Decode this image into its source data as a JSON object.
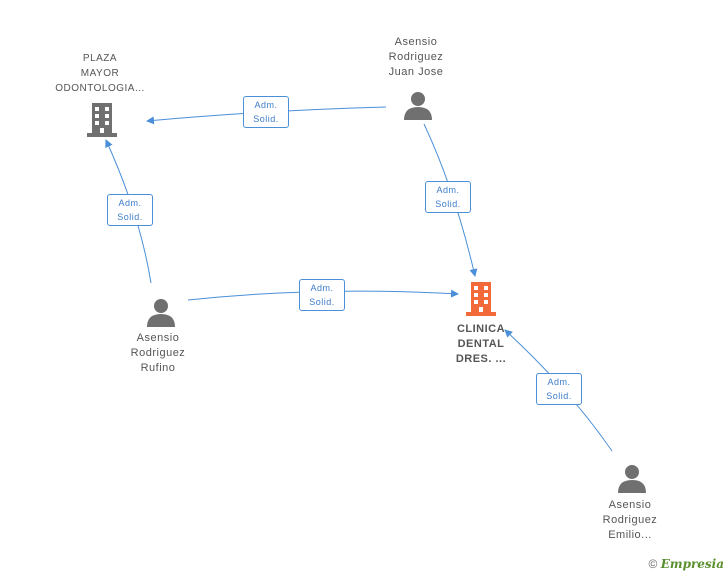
{
  "nodes": {
    "plaza": {
      "lines": [
        "PLAZA",
        "MAYOR",
        "ODONTOLOGIA..."
      ]
    },
    "juan_jose": {
      "lines": [
        "Asensio",
        "Rodriguez",
        "Juan Jose"
      ]
    },
    "rufino": {
      "lines": [
        "Asensio",
        "Rodriguez",
        "Rufino"
      ]
    },
    "clinica": {
      "lines": [
        "CLINICA",
        "DENTAL",
        "DRES. ..."
      ]
    },
    "emilio": {
      "lines": [
        "Asensio",
        "Rodriguez",
        "Emilio..."
      ]
    }
  },
  "edges": [
    {
      "from": "juan_jose",
      "to": "plaza",
      "label": [
        "Adm.",
        "Solid."
      ]
    },
    {
      "from": "juan_jose",
      "to": "clinica",
      "label": [
        "Adm.",
        "Solid."
      ]
    },
    {
      "from": "rufino",
      "to": "plaza",
      "label": [
        "Adm.",
        "Solid."
      ]
    },
    {
      "from": "rufino",
      "to": "clinica",
      "label": [
        "Adm.",
        "Solid."
      ]
    },
    {
      "from": "emilio",
      "to": "clinica",
      "label": [
        "Adm.",
        "Solid."
      ]
    }
  ],
  "colors": {
    "edge": "#4a8fd8",
    "person": "#707070",
    "company": "#707070",
    "company_main": "#f26a3a"
  },
  "footer": {
    "copyright": "©",
    "brand": "Empresia"
  }
}
